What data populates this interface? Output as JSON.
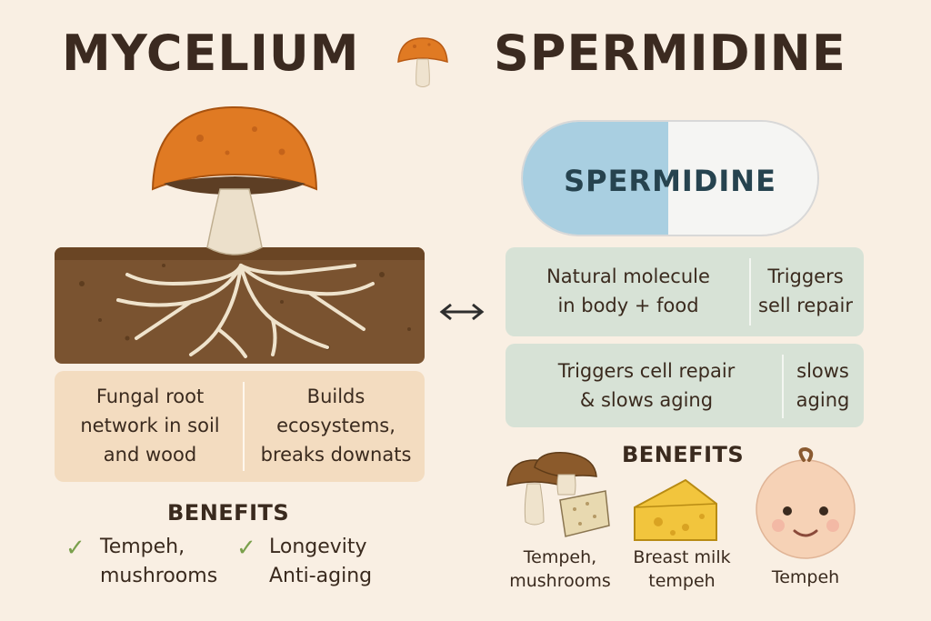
{
  "titles": {
    "left": "MYCELIUM",
    "right": "SPERMIDINE"
  },
  "pill": {
    "label": "SPERMIDINE"
  },
  "left_panel": {
    "col1": [
      "Fungal root",
      "network in soil",
      "and wood"
    ],
    "col2": [
      "Builds",
      "ecosystems,",
      "breaks downats"
    ]
  },
  "right_panel_1": {
    "col1": [
      "Natural molecule",
      "in body + food"
    ],
    "col2": [
      "Triggers",
      "sell repair"
    ]
  },
  "right_panel_2": {
    "col1": [
      "Triggers cell repair",
      "& slows aging"
    ],
    "col2": [
      "slows",
      "aging"
    ]
  },
  "arrow": "⟷",
  "left_benefits": {
    "heading": "BENEFITS",
    "items": [
      {
        "icon": "check-icon",
        "lines": [
          "Tempeh,",
          "mushrooms"
        ]
      },
      {
        "icon": "check-icon",
        "lines": [
          "Longevity",
          "Anti-aging"
        ]
      }
    ]
  },
  "right_benefits": {
    "heading": "BENEFITS",
    "items": [
      {
        "icon": "mushrooms-tempeh-icon",
        "lines": [
          "Tempeh,",
          "mushrooms"
        ]
      },
      {
        "icon": "cheese-icon",
        "lines": [
          "Breast milk",
          "tempeh"
        ]
      },
      {
        "icon": "baby-face-icon",
        "lines": [
          "Tempeh"
        ]
      }
    ]
  },
  "colors": {
    "background": "#f9efe3",
    "soil": "#7a5330",
    "mushroom_cap": "#e07a23",
    "pill_blue": "#a9cfe1",
    "panel_green": "#d7e2d6",
    "panel_peach": "#f3dcc0",
    "check": "#7aa04c"
  }
}
